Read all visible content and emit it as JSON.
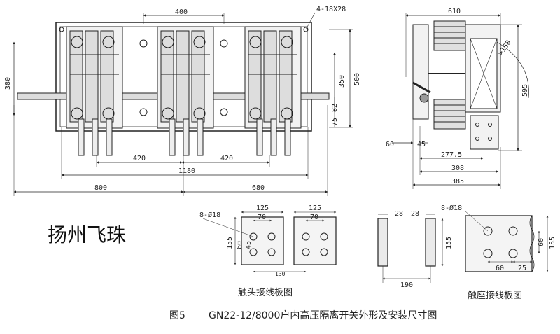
{
  "brand": "扬州飞珠",
  "caption": {
    "figure": "图5",
    "title": "GN22-12/8000户内高压隔离开关外形及安装尺寸图"
  },
  "front_view": {
    "dims": {
      "top_400": "400",
      "holes": "4-18X28",
      "left_380": "380",
      "right_350": "350",
      "right_500": "500",
      "right_75": "75",
      "right_82": "82",
      "bottom_420a": "420",
      "bottom_420b": "420",
      "bottom_1180": "1180",
      "bottom_800": "800",
      "bottom_680": "680"
    }
  },
  "side_view": {
    "dims": {
      "top_610": "610",
      "radius_150": ">150",
      "right_595": "595",
      "bottom_60": "60",
      "bottom_45": "45",
      "bottom_277": "277.5",
      "bottom_308": "308",
      "bottom_385": "385"
    }
  },
  "contact_plate": {
    "holes": "8-Ø18",
    "w125a": "125",
    "w70a": "70",
    "w125b": "125",
    "w70b": "70",
    "h155": "155",
    "h60": "60",
    "h45": "45",
    "spacing130": "130",
    "label": "触头接线板图"
  },
  "base_plate": {
    "t28a": "28",
    "t28b": "28",
    "h155": "155",
    "w190": "190",
    "holes": "8-Ø18",
    "h60": "60",
    "h155r": "155",
    "w60": "60",
    "w25": "25",
    "label": "触座接线板图"
  }
}
